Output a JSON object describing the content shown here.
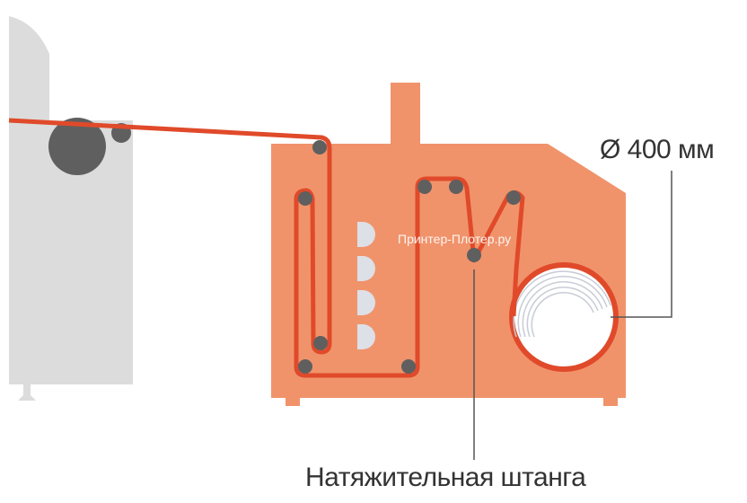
{
  "labels": {
    "roll_diameter": "Ø 400 мм",
    "tension_bar": "Натяжительная штанга",
    "watermark": "Принтер-Плотер.ру"
  },
  "colors": {
    "unit_body": "#f0936b",
    "media_web": "#e04a2a",
    "rollers": "#5f5f5f",
    "printer": "#dcdcdc"
  }
}
